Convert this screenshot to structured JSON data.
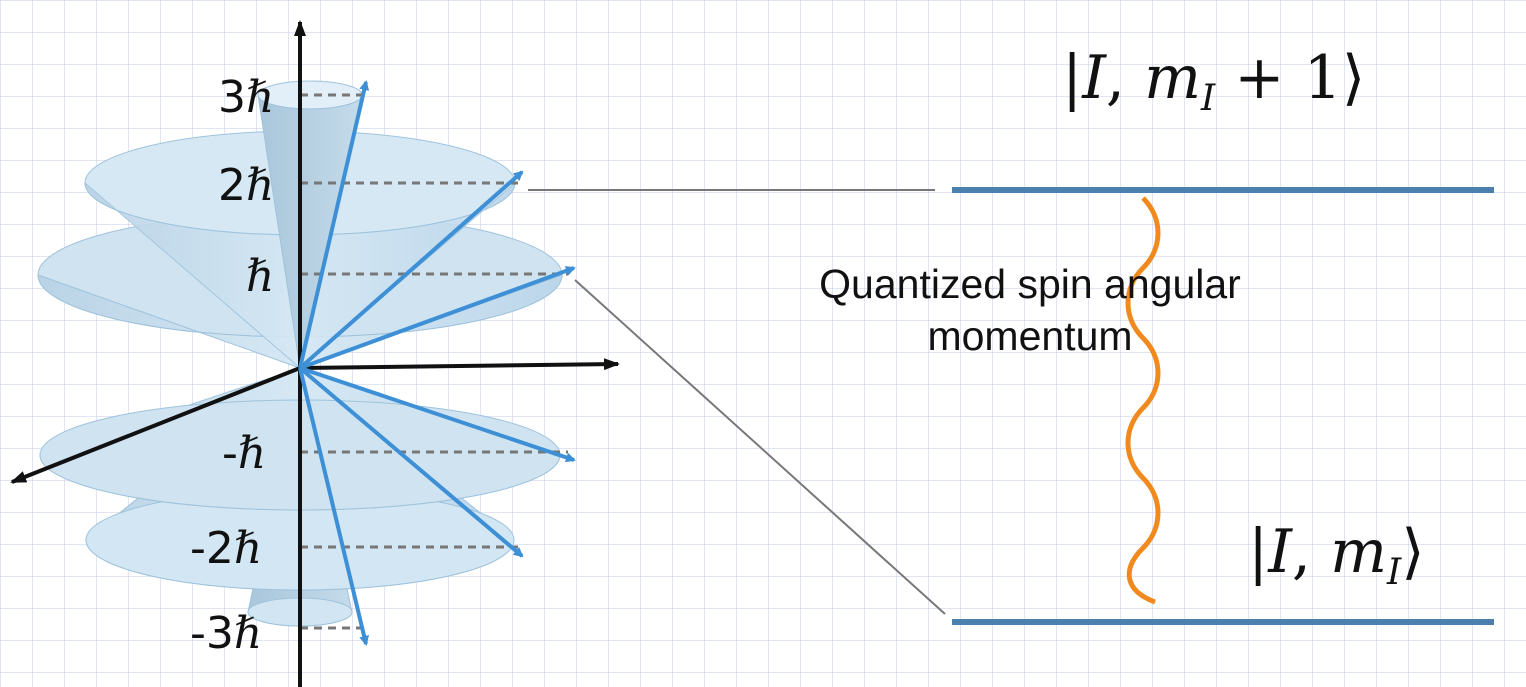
{
  "diagram": {
    "levels": [
      {
        "label_num": "3",
        "label_sym": "ℏ"
      },
      {
        "label_num": "2",
        "label_sym": "ℏ"
      },
      {
        "label_num": "",
        "label_sym": "ℏ"
      },
      {
        "label_num": "-",
        "label_sym": "ℏ"
      },
      {
        "label_num": "-2",
        "label_sym": "ℏ"
      },
      {
        "label_num": "-3",
        "label_sym": "ℏ"
      }
    ],
    "upper_state": {
      "open": "|",
      "I": "I",
      "sep": ", ",
      "m": "m",
      "sub": "I",
      "tail": " + 1",
      "close": "⟩"
    },
    "lower_state": {
      "open": "|",
      "I": "I",
      "sep": ", ",
      "m": "m",
      "sub": "I",
      "tail": "",
      "close": "⟩"
    },
    "caption": "Quantized spin angular momentum",
    "colors": {
      "cone": "#c8dff0",
      "cone_edge": "#9fc3dc",
      "vector": "#3d8fd6",
      "level_line": "#4b7fae",
      "transition": "#f08a1e",
      "axis": "#111111",
      "dashes": "#777777",
      "grid": "#c8cde6"
    }
  }
}
